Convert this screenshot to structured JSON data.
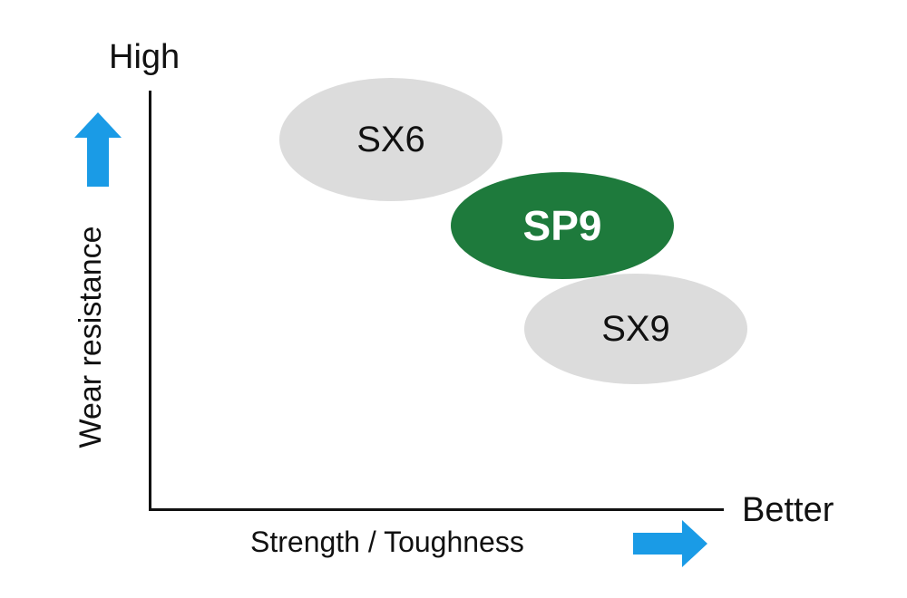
{
  "diagram": {
    "y_axis": {
      "high_label": "High",
      "title": "Wear resistance"
    },
    "x_axis": {
      "better_label": "Better",
      "title": "Strength / Toughness"
    },
    "grades": [
      {
        "name": "SX6",
        "color": "#dcdcdc"
      },
      {
        "name": "SP9",
        "color": "#1e7a3c"
      },
      {
        "name": "SX9",
        "color": "#dcdcdc"
      }
    ],
    "arrow_color": "#1a9be6",
    "axis_color": "#111111"
  }
}
